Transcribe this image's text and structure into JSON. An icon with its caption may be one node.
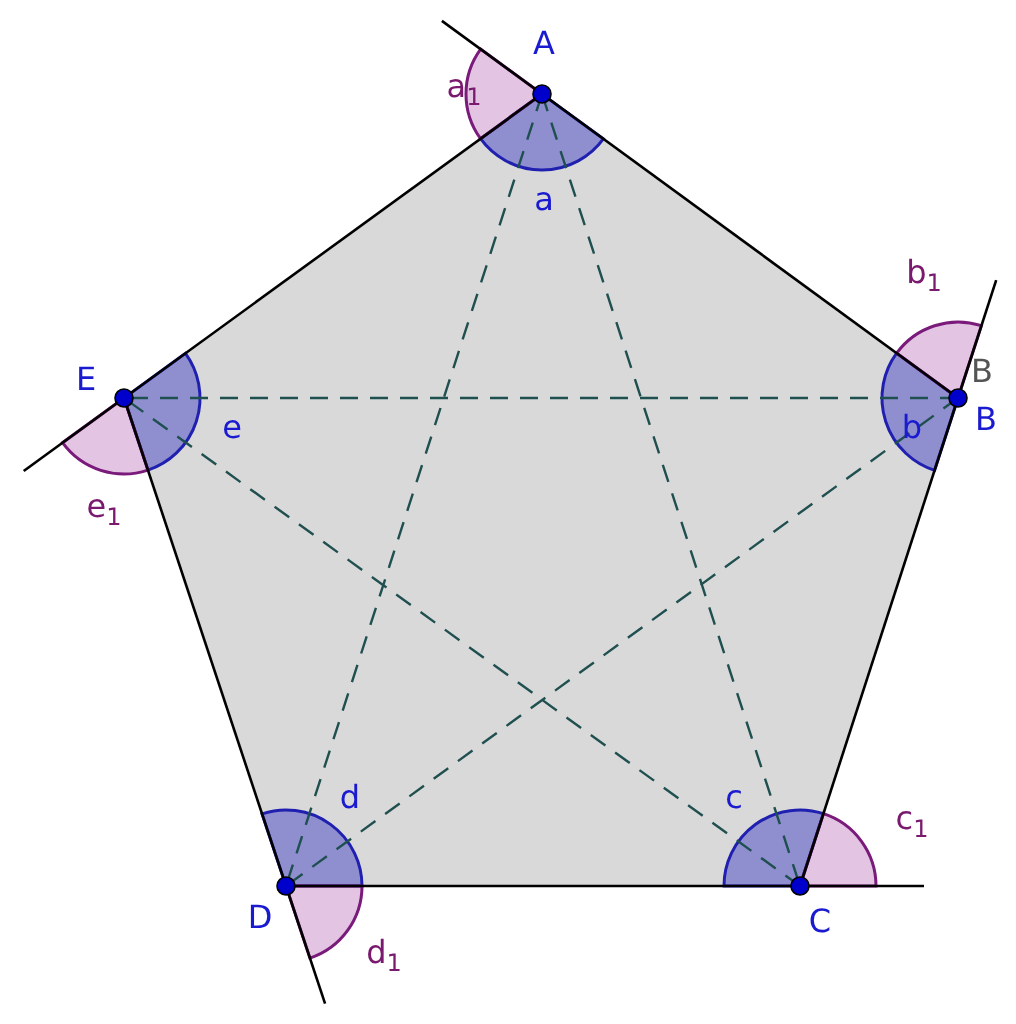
{
  "diagram": {
    "labels": [
      "A",
      "a$_{1}$",
      "a",
      "b$_{1}$",
      "E",
      "B",
      "e",
      "b",
      "B",
      "e$_{1}$",
      "d",
      "c",
      "c$_{1}$",
      "D",
      "C",
      "d$_{1}$"
    ]
  }
}
